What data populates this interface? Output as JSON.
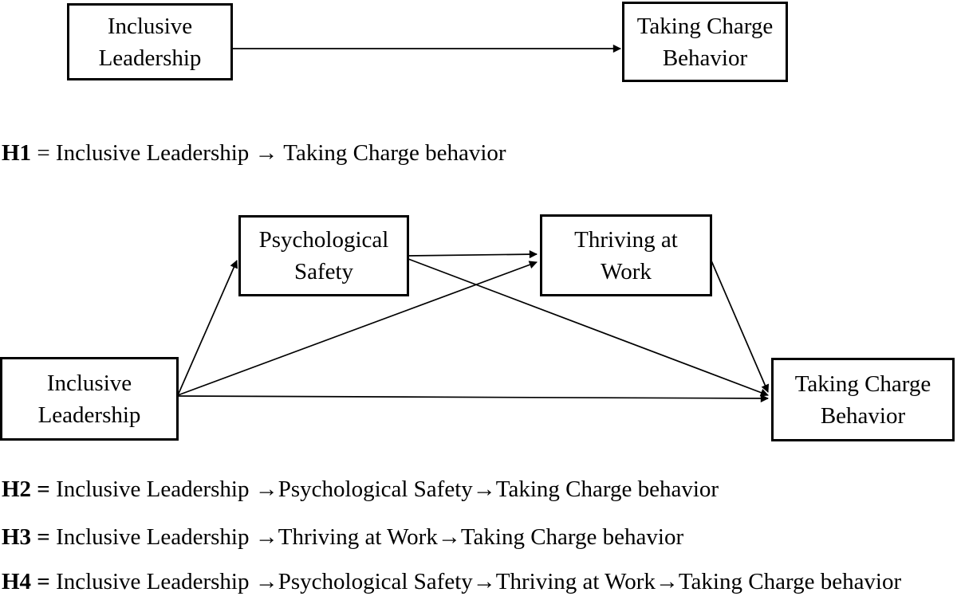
{
  "figure": {
    "description": "Hypothesized research model figure",
    "colors": {
      "stroke": "#000000",
      "background": "#ffffff",
      "text": "#000000"
    }
  },
  "diagram1": {
    "antecedent": {
      "line1": "Inclusive",
      "line2": "Leadership"
    },
    "outcome": {
      "line1": "Taking Charge",
      "line2": "Behavior"
    }
  },
  "diagram2": {
    "antecedent": {
      "line1": "Inclusive",
      "line2": "Leadership"
    },
    "mediator1": {
      "line1": "Psychological",
      "line2": "Safety"
    },
    "mediator2": {
      "line1": "Thriving at",
      "line2": "Work"
    },
    "outcome": {
      "line1": "Taking Charge",
      "line2": "Behavior"
    }
  },
  "hypotheses": {
    "h1": {
      "label": "H1",
      "text": " = Inclusive Leadership → Taking Charge behavior"
    },
    "h2": {
      "label": "H2 =",
      "text": " Inclusive Leadership →Psychological Safety→Taking Charge behavior"
    },
    "h3": {
      "label": "H3 =",
      "text": " Inclusive Leadership →Thriving at Work→Taking Charge behavior"
    },
    "h4": {
      "label": "H4 =",
      "text": " Inclusive Leadership →Psychological Safety→Thriving at Work→Taking Charge behavior"
    }
  }
}
